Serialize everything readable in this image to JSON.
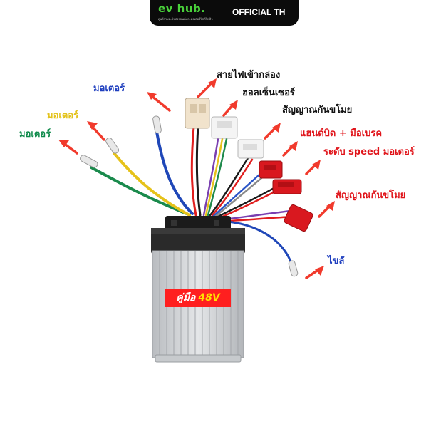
{
  "banner": {
    "brand": "ev hub.",
    "tagline": "ศูนย์รวมอะไหล่รถยนต์และมอเตอร์ไซค์ไฟฟ้า",
    "official": "OFFICIAL TH"
  },
  "labels": {
    "motor_blue": "มอเตอร์",
    "motor_yellow": "มอเตอร์",
    "motor_green": "มอเตอร์",
    "power_box": "สายไฟเข้ากล่อง",
    "hall_sensor": "ฮอลเซ็นเซอร์",
    "anti_theft_1": "สัญญาณกันขโมย",
    "throttle_brake": "แฮนด์บิด + มือเบรค",
    "speed_level": "ระดับ speed มอเตอร์",
    "anti_theft_2": "สัญญาณกันขโมย",
    "key": "ไขลั",
    "manual": "คู่มือ",
    "voltage": "48V"
  },
  "colors": {
    "arrow": "#f13a2c",
    "motor_blue": "#1f3fbf",
    "motor_yellow": "#e3c21a",
    "motor_green": "#0e8a4a",
    "red_label": "#e0141a",
    "black_label": "#111111",
    "banner_green": "#49d13a"
  },
  "icons": [
    "arrow-icon",
    "controller-box",
    "connector-plug"
  ]
}
